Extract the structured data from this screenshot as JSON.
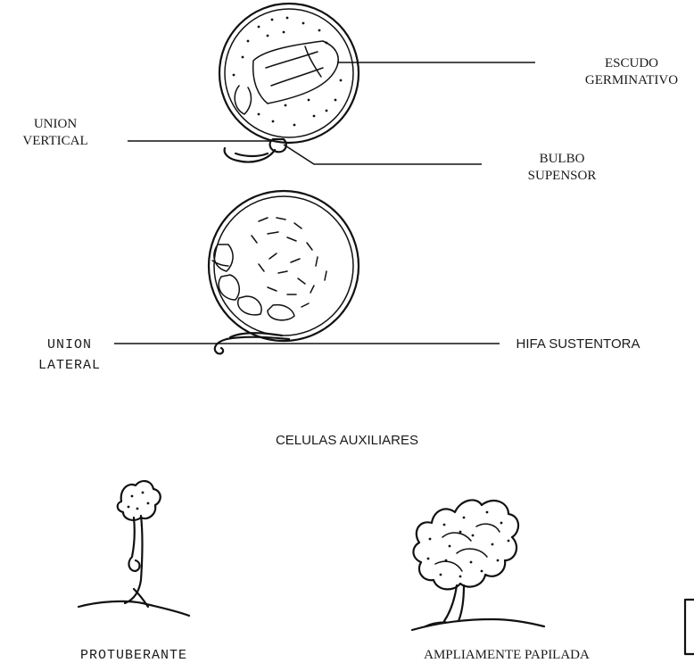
{
  "labels": {
    "escudo_line1": "ESCUDO",
    "escudo_line2": "GERMINATIVO",
    "union_vertical_line1": "UNION",
    "union_vertical_line2": "VERTICAL",
    "bulbo_line1": "BULBO",
    "bulbo_line2": "SUPENSOR",
    "union_lateral_line1": "UNION",
    "union_lateral_line2": "LATERAL",
    "hifa": "HIFA SUSTENTORA",
    "section_title": "CELULAS  AUXILIARES",
    "protuberante": "PROTUBERANTE",
    "ampliamente": "AMPLIAMENTE PAPILADA"
  },
  "colors": {
    "ink": "#111111",
    "background": "#ffffff"
  }
}
